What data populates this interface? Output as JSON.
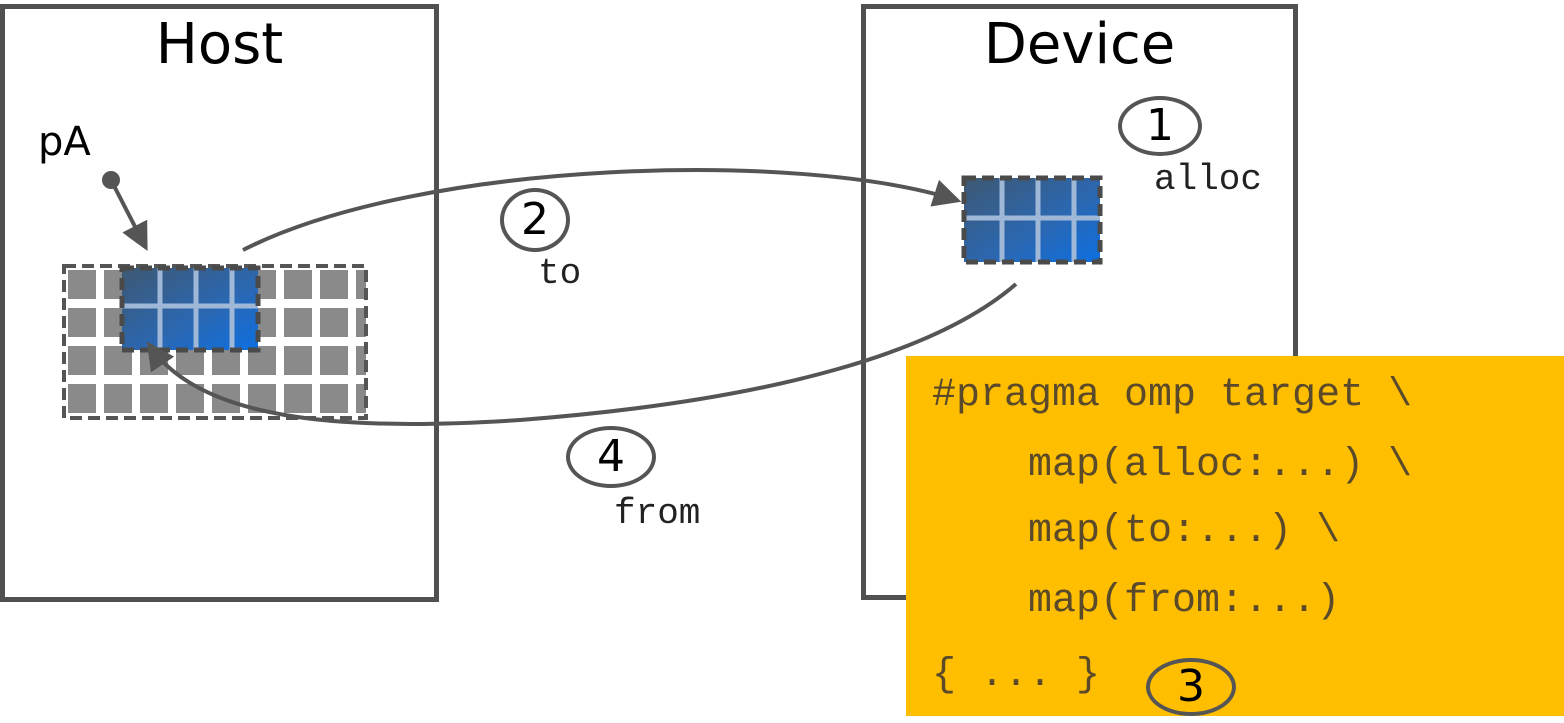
{
  "host": {
    "title": "Host",
    "pointer_label": "pA"
  },
  "device": {
    "title": "Device"
  },
  "steps": [
    {
      "number": "1",
      "label": "alloc"
    },
    {
      "number": "2",
      "label": "to"
    },
    {
      "number": "3",
      "label": ""
    },
    {
      "number": "4",
      "label": "from"
    }
  ],
  "code": {
    "lines": [
      "#pragma omp target \\",
      "    map(alloc:...) \\",
      "    map(to:...) \\",
      "    map(from:...)",
      "{ ... }"
    ]
  },
  "colors": {
    "border": "#505050",
    "code_bg": "#ffbf00",
    "highlight_blue": "#1a6fd0",
    "arrow": "#555555"
  }
}
